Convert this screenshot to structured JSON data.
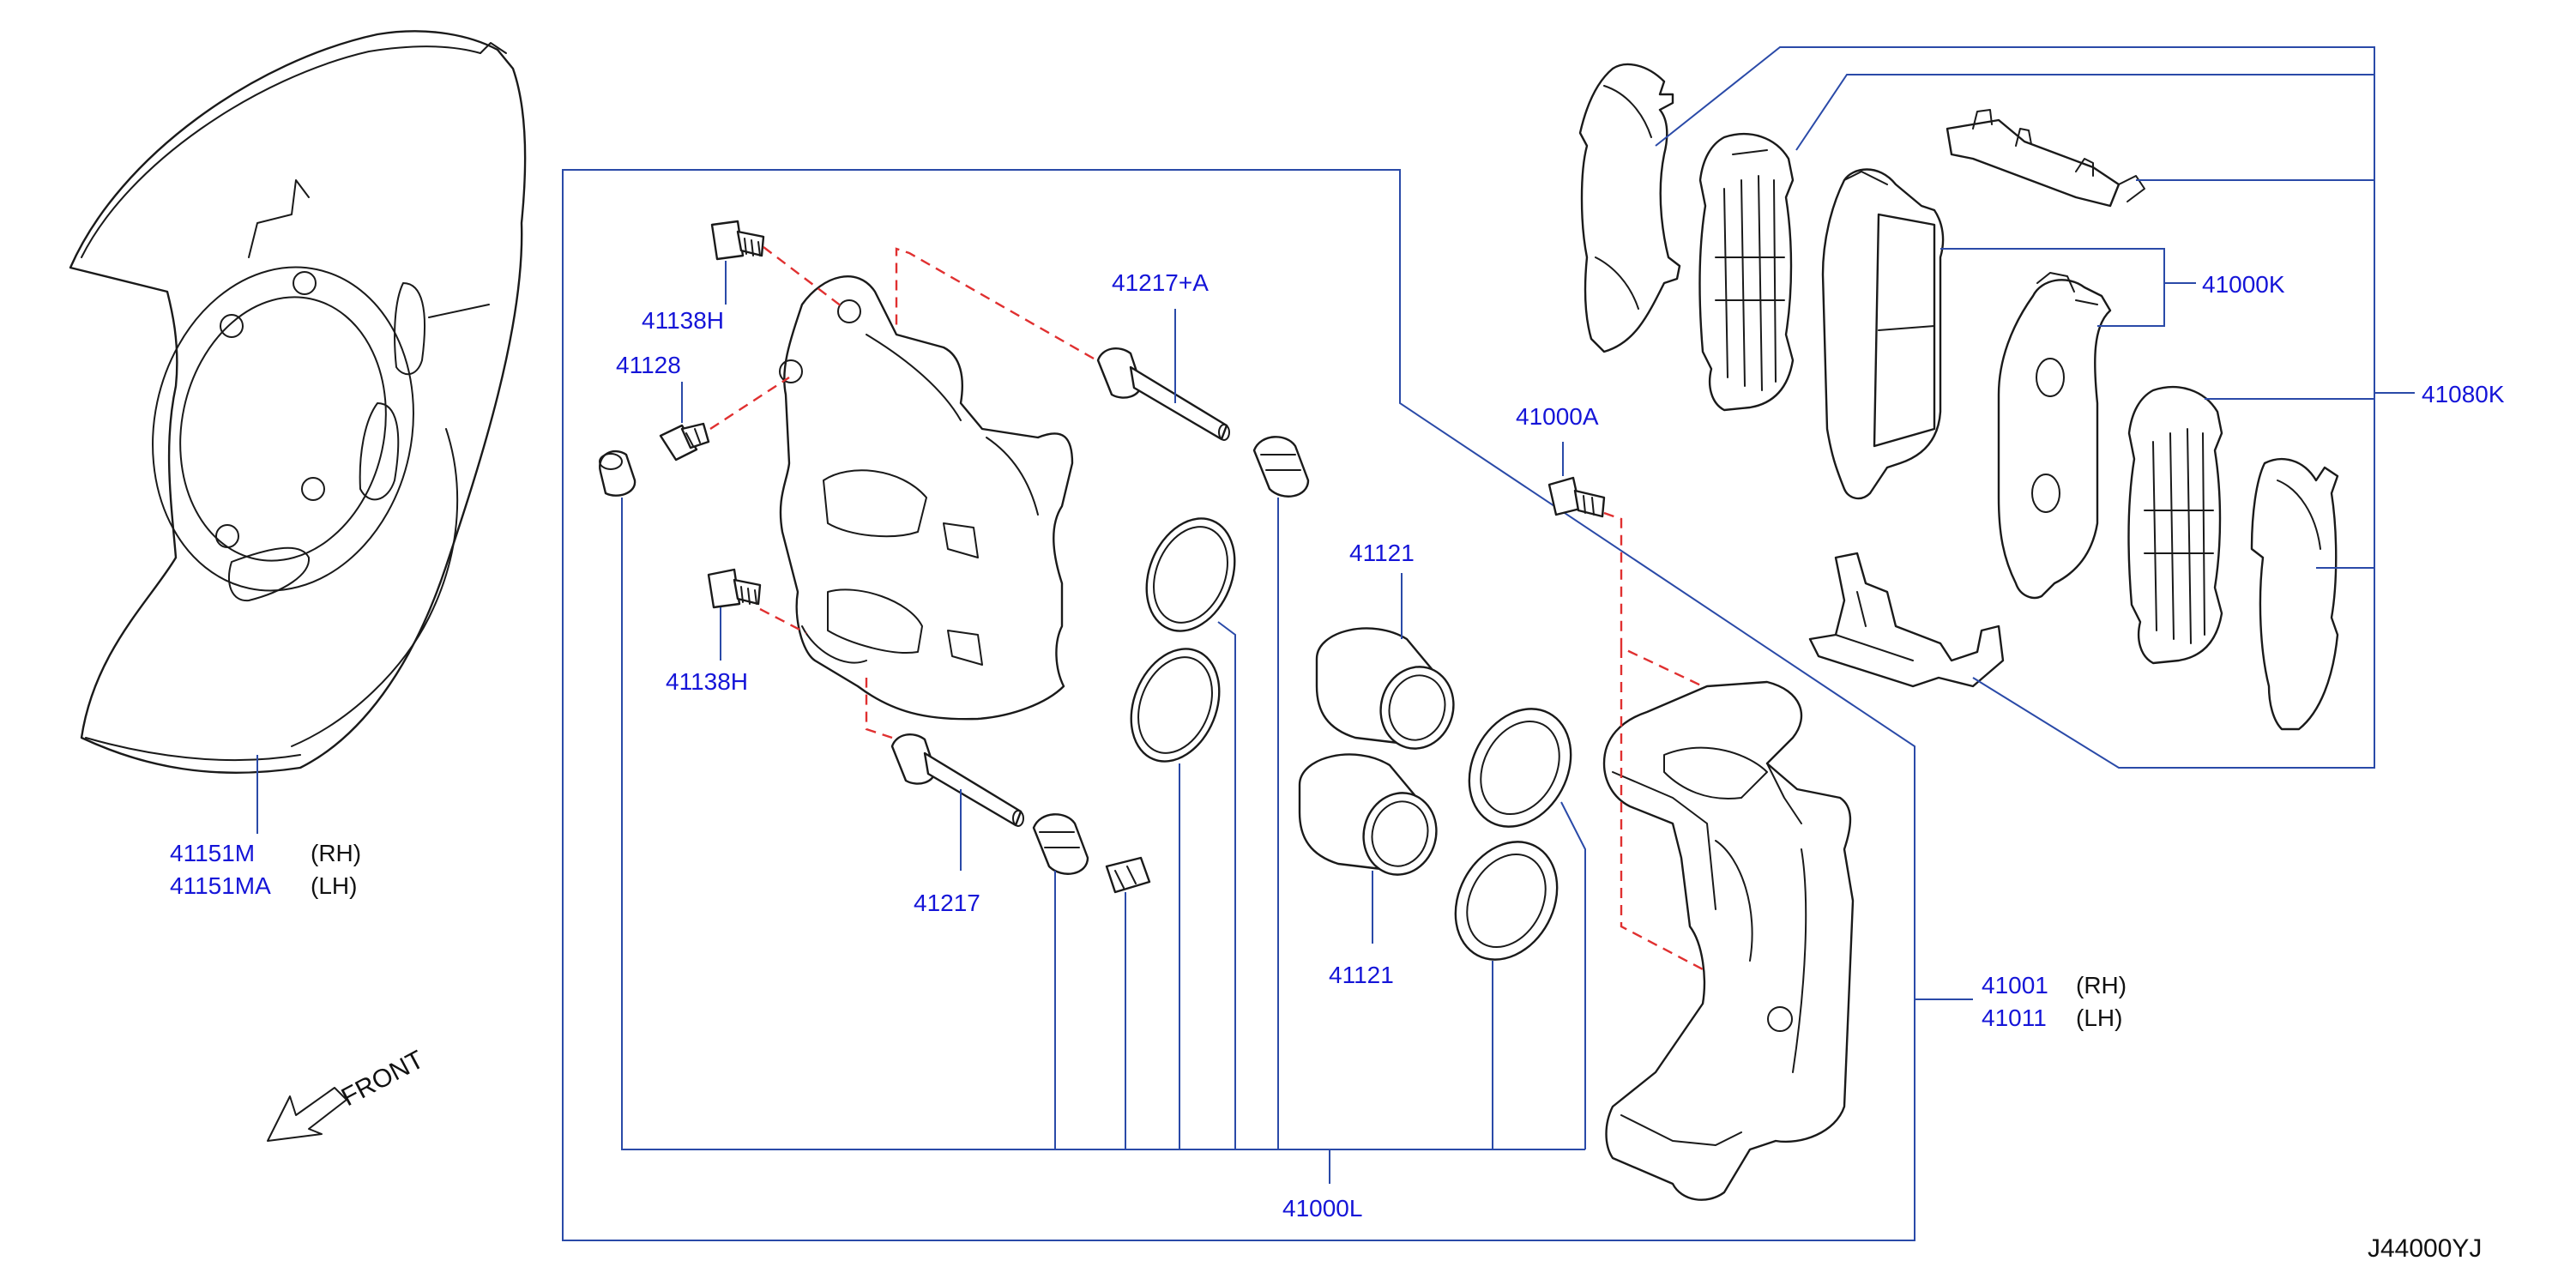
{
  "colors": {
    "part_number": "#1515d8",
    "leader_line": "#2a4aa8",
    "assembly_dash": "#e03030",
    "linework": "#1a1a1a",
    "background": "#ffffff"
  },
  "labels": {
    "baffle_rh": "41151M",
    "baffle_rh_side": "(RH)",
    "baffle_lh": "41151MA",
    "baffle_lh_side": "(LH)",
    "bolt_upper": "41138H",
    "bleeder": "41128",
    "bolt_lower": "41138H",
    "pin_upper": "41217+A",
    "pin_lower": "41217",
    "piston_upper": "41121",
    "piston_lower": "41121",
    "bracket_bolt": "41000A",
    "caliper_rh": "41001",
    "caliper_rh_side": "(RH)",
    "caliper_lh": "41011",
    "caliper_lh_side": "(LH)",
    "seal_kit": "41000L",
    "pad_kit": "41000K",
    "pad_hardware": "41080K",
    "front": "FRONT",
    "diagram_code": "J44000YJ"
  },
  "icons": {
    "front_arrow": "front-direction-arrow-icon"
  }
}
